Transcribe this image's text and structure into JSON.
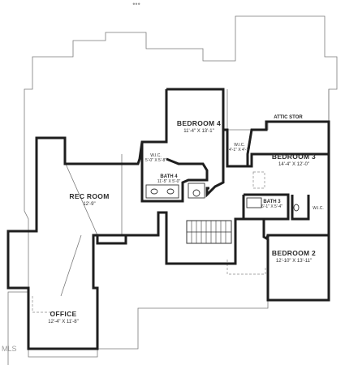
{
  "top_mark": "•••",
  "watermark": "MLS",
  "rooms": {
    "bedroom4": {
      "name": "BEDROOM 4",
      "dims": "11'-4\" X 13'-1\""
    },
    "attic": {
      "name": "ATTIC STOR"
    },
    "wic_left": {
      "name": "W.I.C.",
      "dims": "5'-0\" X 5'-8\""
    },
    "wic_mid": {
      "name": "W.I.C.",
      "dims": "4'-1\" X 4'-1\""
    },
    "bedroom3": {
      "name": "BEDROOM 3",
      "dims": "14'-4\" X 12'-0\""
    },
    "bath4": {
      "name": "BATH 4",
      "dims": "11'-5\" X 5'-0\""
    },
    "rec_room": {
      "name": "REC ROOM",
      "dims": "12'-9\""
    },
    "bath3": {
      "name": "BATH 3",
      "dims": "6'-1\" X 5'-4\""
    },
    "wic_right": {
      "name": "W.I.C."
    },
    "bedroom2": {
      "name": "BEDROOM 2",
      "dims": "12'-10\" X 13'-11\""
    },
    "office": {
      "name": "OFFICE",
      "dims": "12'-4\" X 11'-8\""
    }
  }
}
